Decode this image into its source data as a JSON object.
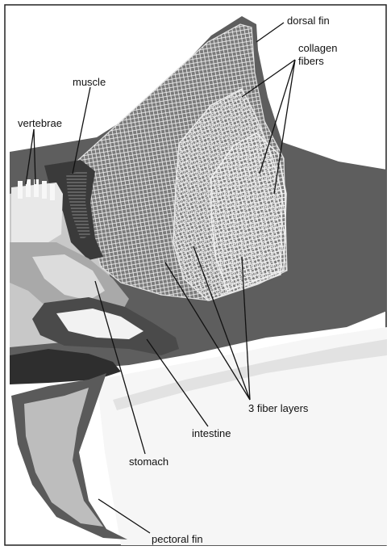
{
  "labels": {
    "dorsal_fin": "dorsal fin",
    "collagen_fibers_line1": "collagen",
    "collagen_fibers_line2": "fibers",
    "muscle": "muscle",
    "vertebrae": "vertebrae",
    "fiber_layers": "3 fiber layers",
    "intestine": "intestine",
    "stomach": "stomach",
    "pectoral_fin": "pectoral fin"
  },
  "colors": {
    "body_dark": "#5e5e5e",
    "fin_light": "#bdbdbd",
    "fiber_mesh": "#f0f0f0",
    "belly": "#e6e6e6",
    "viscera_dark": "#2e2e2e",
    "muscle": "#3a3a3a"
  }
}
